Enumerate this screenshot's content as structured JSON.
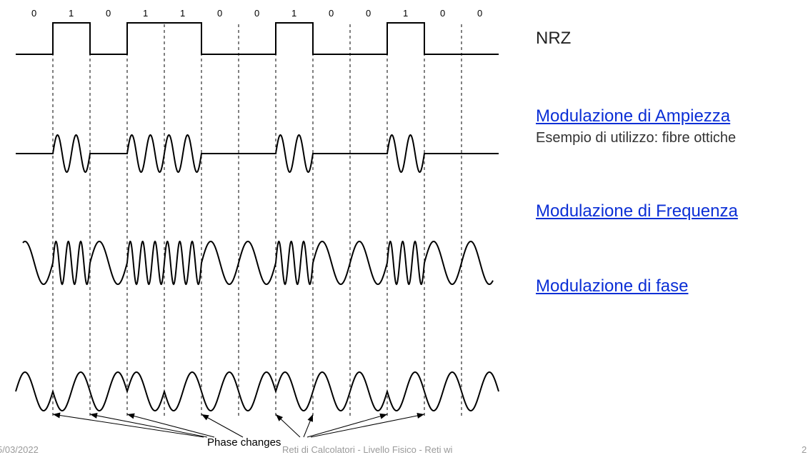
{
  "bits": [
    "0",
    "1",
    "0",
    "1",
    "1",
    "0",
    "0",
    "1",
    "0",
    "0",
    "1",
    "0",
    "0"
  ],
  "signals": [
    {
      "id": "nrz",
      "label": "NRZ"
    },
    {
      "id": "am",
      "label": "Modulazione di Ampiezza",
      "note": "Esempio di utilizzo: fibre ottiche"
    },
    {
      "id": "fm",
      "label": "Modulazione di Frequenza"
    },
    {
      "id": "pm",
      "label": "Modulazione di fase"
    }
  ],
  "phase_changes_label": "Phase changes",
  "footer": {
    "date": "5/03/2022",
    "center": "Reti di Calcolatori - Livello Fisico - Reti wi",
    "page": "2"
  },
  "colors": {
    "link": "#0b2fd6",
    "line": "#000000",
    "footer": "#9a9a9a"
  }
}
